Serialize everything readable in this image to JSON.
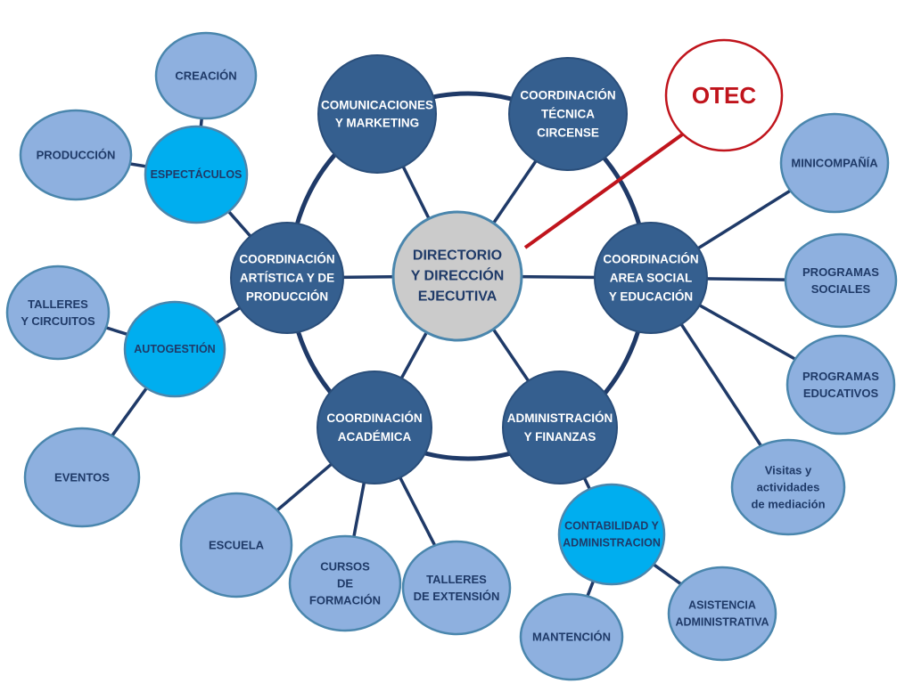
{
  "diagram": {
    "center": {
      "lines": [
        "DIRECTORIO",
        "Y DIRECCIÓN",
        "EJECUTIVA"
      ]
    },
    "comunicaciones": {
      "lines": [
        "COMUNICACIONES",
        "Y MARKETING"
      ]
    },
    "coord_tecnica": {
      "lines": [
        "COORDINACIÓN",
        "TÉCNICA",
        "CIRCENSE"
      ]
    },
    "coord_social": {
      "lines": [
        "COORDINACIÓN",
        "AREA SOCIAL",
        "Y EDUCACIÓN"
      ]
    },
    "administracion": {
      "lines": [
        "ADMINISTRACIÓN",
        "Y FINANZAS"
      ]
    },
    "coord_academica": {
      "lines": [
        "COORDINACIÓN",
        "ACADÉMICA"
      ]
    },
    "coord_artistica": {
      "lines": [
        "COORDINACIÓN",
        "ARTÍSTICA Y DE",
        "PRODUCCIÓN"
      ]
    },
    "otec": {
      "lines": [
        "OTEC"
      ]
    },
    "espectaculos": {
      "lines": [
        "ESPECTÁCULOS"
      ]
    },
    "creacion": {
      "lines": [
        "CREACIÓN"
      ]
    },
    "produccion": {
      "lines": [
        "PRODUCCIÓN"
      ]
    },
    "autogestion": {
      "lines": [
        "AUTOGESTIÓN"
      ]
    },
    "talleres_circuitos": {
      "lines": [
        "TALLERES",
        "Y CIRCUITOS"
      ]
    },
    "eventos": {
      "lines": [
        "EVENTOS"
      ]
    },
    "minicompania": {
      "lines": [
        "MINICOMPAÑÍA"
      ]
    },
    "programas_sociales": {
      "lines": [
        "PROGRAMAS",
        "SOCIALES"
      ]
    },
    "programas_educativos": {
      "lines": [
        "PROGRAMAS",
        "EDUCATIVOS"
      ]
    },
    "visitas": {
      "lines": [
        "Visitas y",
        "actividades",
        "de mediación"
      ]
    },
    "contabilidad": {
      "lines": [
        "CONTABILIDAD Y",
        "ADMINISTRACION"
      ]
    },
    "asistencia": {
      "lines": [
        "ASISTENCIA",
        "ADMINISTRATIVA"
      ]
    },
    "mantencion": {
      "lines": [
        "MANTENCIÓN"
      ]
    },
    "escuela": {
      "lines": [
        "ESCUELA"
      ]
    },
    "cursos": {
      "lines": [
        "CURSOS",
        "DE",
        "FORMACIÓN"
      ]
    },
    "talleres_extension": {
      "lines": [
        "TALLERES",
        "DE EXTENSIÓN"
      ]
    }
  },
  "colors": {
    "dark_node": "#355f8f",
    "dark_stroke": "#2a4e7a",
    "light_node": "#8eb0df",
    "light_stroke": "#4a86ad",
    "cyan_node": "#00aeef",
    "center_node": "#cbcbcb",
    "connector": "#1f3a68",
    "otec_red": "#c0141c",
    "dark_text": "#ffffff",
    "light_text": "#1f3a68"
  }
}
